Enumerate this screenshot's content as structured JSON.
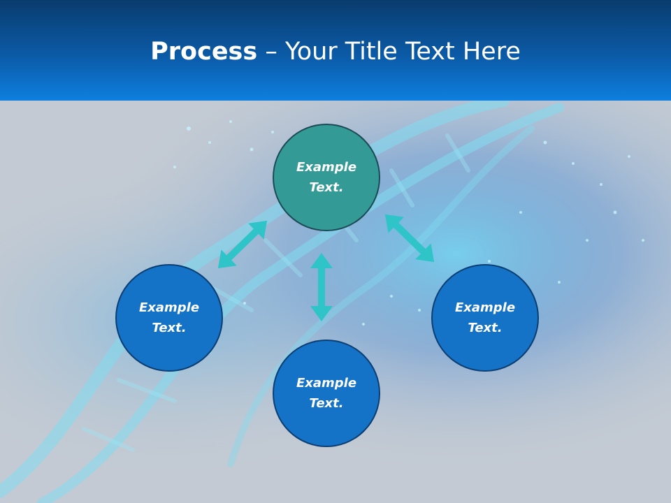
{
  "header": {
    "title_bold": "Process",
    "title_rest": " – Your Title Text Here"
  },
  "nodes": {
    "top": "Example Text.",
    "left": "Example Text.",
    "bottom": "Example Text.",
    "right": "Example Text."
  },
  "colors": {
    "header_dark": "#0a3c6e",
    "header_light": "#0e7fe0",
    "background": "#c3cad3",
    "node_blue": "#1472c7",
    "node_teal": "#339a96",
    "arrow": "#2ec4c8"
  }
}
